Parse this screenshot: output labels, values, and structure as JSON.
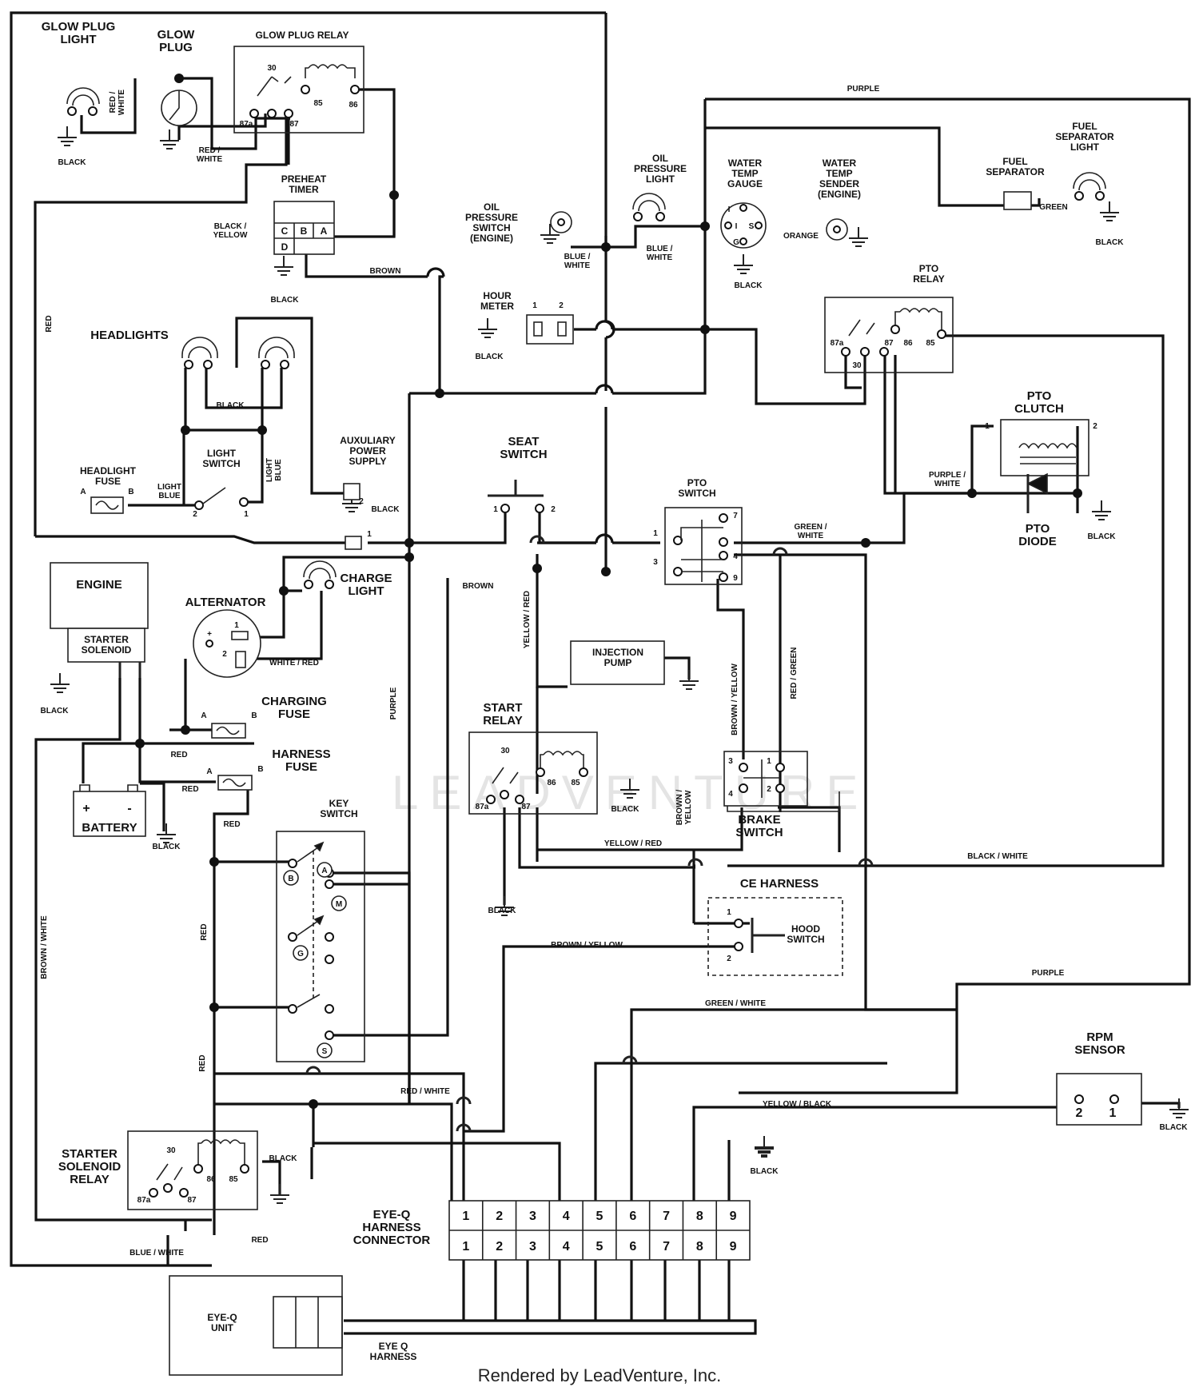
{
  "components": {
    "glow_plug_light": "GLOW PLUG\nLIGHT",
    "glow_plug": "GLOW\nPLUG",
    "glow_plug_relay": "GLOW PLUG RELAY",
    "preheat_timer": "PREHEAT\nTIMER",
    "oil_pressure_switch": "OIL\nPRESSURE\nSWITCH\n(ENGINE)",
    "oil_pressure_light": "OIL\nPRESSURE\nLIGHT",
    "water_temp_gauge": "WATER\nTEMP\nGAUGE",
    "water_temp_sender": "WATER\nTEMP\nSENDER\n(ENGINE)",
    "fuel_separator": "FUEL\nSEPARATOR",
    "fuel_separator_light": "FUEL\nSEPARATOR\nLIGHT",
    "hour_meter": "HOUR\nMETER",
    "pto_relay": "PTO\nRELAY",
    "headlights": "HEADLIGHTS",
    "headlight_fuse": "HEADLIGHT\nFUSE",
    "light_switch": "LIGHT\nSWITCH",
    "auxiliary_power_supply": "AUXULIARY\nPOWER\nSUPPLY",
    "seat_switch": "SEAT\nSWITCH",
    "pto_switch": "PTO\nSWITCH",
    "pto_clutch": "PTO\nCLUTCH",
    "pto_diode": "PTO\nDIODE",
    "engine": "ENGINE",
    "starter_solenoid": "STARTER\nSOLENOID",
    "alternator": "ALTERNATOR",
    "charge_light": "CHARGE\nLIGHT",
    "charging_fuse": "CHARGING\nFUSE",
    "harness_fuse": "HARNESS\nFUSE",
    "battery": "BATTERY",
    "injection_pump": "INJECTION\nPUMP",
    "start_relay": "START\nRELAY",
    "brake_switch": "BRAKE\nSWITCH",
    "key_switch": "KEY\nSWITCH",
    "ce_harness": "CE HARNESS",
    "hood_switch": "HOOD\nSWITCH",
    "rpm_sensor": "RPM\nSENSOR",
    "starter_solenoid_relay": "STARTER\nSOLENOID\nRELAY",
    "eye_q_harness_connector": "EYE-Q\nHARNESS\nCONNECTOR",
    "eye_q_unit": "EYE-Q\nUNIT",
    "eye_q_harness": "EYE Q\nHARNESS"
  },
  "wires": {
    "red": "RED",
    "red_white": "RED /\nWHITE",
    "black": "BLACK",
    "black_yellow": "BLACK /\nYELLOW",
    "brown": "BROWN",
    "purple": "PURPLE",
    "blue_white": "BLUE /\nWHITE",
    "blue_white_one": "BLUE / WHITE",
    "green": "GREEN",
    "orange": "ORANGE",
    "light_blue": "LIGHT\nBLUE",
    "purple_white": "PURPLE /\nWHITE",
    "green_white": "GREEN /\nWHITE",
    "green_white_one": "GREEN / WHITE",
    "white_red": "WHITE / RED",
    "yellow_red": "YELLOW / RED",
    "brown_yellow": "BROWN / YELLOW",
    "brown_yellow_two": "BROWN /\nYELLOW",
    "red_green": "RED / GREEN",
    "black_white": "BLACK / WHITE",
    "brown_white": "BROWN / WHITE",
    "red_white_one": "RED / WHITE",
    "yellow_black": "YELLOW / BLACK"
  },
  "terminals": {
    "n30": "30",
    "n87": "87",
    "n87a": "87a",
    "n85": "85",
    "n86": "86",
    "A": "A",
    "B": "B",
    "C": "C",
    "D": "D",
    "G": "G",
    "I": "I",
    "S": "S",
    "M": "M",
    "plus": "+",
    "minus": "-",
    "n1": "1",
    "n2": "2",
    "n3": "3",
    "n4": "4",
    "n7": "7",
    "n9": "9"
  },
  "connector_pins": [
    "1",
    "2",
    "3",
    "4",
    "5",
    "6",
    "7",
    "8",
    "9"
  ],
  "watermark": "LEADVENTURE",
  "footer": "Rendered by LeadVenture, Inc."
}
